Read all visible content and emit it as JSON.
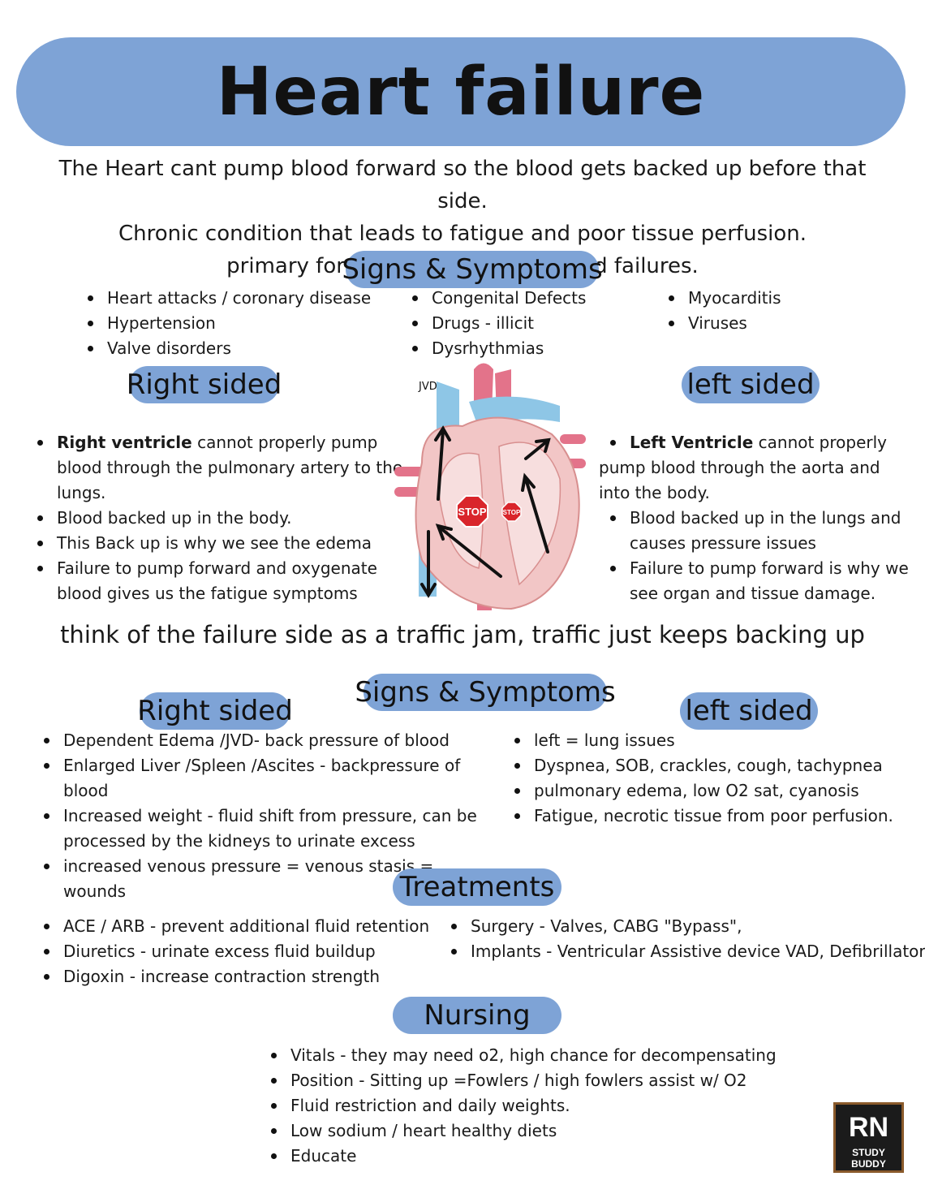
{
  "title": "Heart failure",
  "intro": [
    "The Heart cant pump blood forward so the blood gets backed up before that side.",
    "Chronic condition that leads to fatigue and poor tissue perfusion.",
    "primary forms are right vs left sided failures."
  ],
  "causes": {
    "heading": "Signs & Symptoms",
    "col1": [
      "Heart attacks  / coronary disease",
      "Hypertension",
      "Valve disorders"
    ],
    "col2": [
      "Congenital Defects",
      "Drugs - illicit",
      "Dysrhythmias"
    ],
    "col3": [
      "Myocarditis",
      "Viruses"
    ]
  },
  "right_sided": {
    "heading": "Right sided",
    "items": [
      {
        "bold": "Right ventricle",
        "text": " cannot properly pump blood through the pulmonary artery to the lungs."
      },
      {
        "bold": "",
        "text": "Blood backed up in the body."
      },
      {
        "bold": "",
        "text": "This Back up is why we see the edema"
      },
      {
        "bold": "",
        "text": "Failure to pump forward and oxygenate blood gives us the fatigue symptoms"
      }
    ]
  },
  "left_sided": {
    "heading": "left sided",
    "intro_bold": "Left Ventricle",
    "intro_text": " cannot properly",
    "intro_cont": "pump blood through the aorta and into the body.",
    "items": [
      "Blood backed up in the lungs and causes pressure issues",
      "Failure to pump forward is why we see organ and tissue damage."
    ]
  },
  "diagram": {
    "jvd_label": "JVD",
    "stop_large": "STOP",
    "stop_small": "STOP",
    "colors": {
      "vein_blue": "#8ec6e6",
      "artery_red": "#e3738a",
      "muscle_pink": "#f2c6c6",
      "stop_red": "#d9252b"
    }
  },
  "analogy": "think of  the failure side as a traffic jam, traffic just keeps backing up",
  "signs": {
    "heading": "Signs & Symptoms",
    "right_heading": "Right sided",
    "left_heading": "left sided",
    "right_items": [
      "Dependent Edema /JVD- back pressure of blood",
      "Enlarged Liver /Spleen /Ascites - backpressure of blood",
      "Increased weight - fluid shift from pressure, can be processed by the kidneys to urinate excess",
      "increased venous pressure = venous stasis = wounds"
    ],
    "left_items": [
      "left = lung issues",
      "Dyspnea, SOB, crackles, cough, tachypnea",
      "pulmonary edema, low O2 sat, cyanosis",
      "Fatigue, necrotic tissue from poor perfusion."
    ]
  },
  "treatments": {
    "heading": "Treatments",
    "col1": [
      "ACE / ARB - prevent additional fluid retention",
      "Diuretics - urinate excess fluid buildup",
      "Digoxin - increase contraction strength"
    ],
    "col2": [
      "Surgery - Valves, CABG \"Bypass\",",
      "Implants - Ventricular Assistive device VAD, Defibrillator"
    ]
  },
  "nursing": {
    "heading": "Nursing",
    "items": [
      "Vitals - they may need o2, high chance for decompensating",
      "Position - Sitting up =Fowlers / high fowlers  assist w/ O2",
      "Fluid restriction and daily weights.",
      "Low sodium / heart healthy diets",
      "Educate"
    ]
  },
  "logo": {
    "line1": "RN",
    "line2": "STUDY BUDDY"
  },
  "accent_color": "#7ea3d6"
}
